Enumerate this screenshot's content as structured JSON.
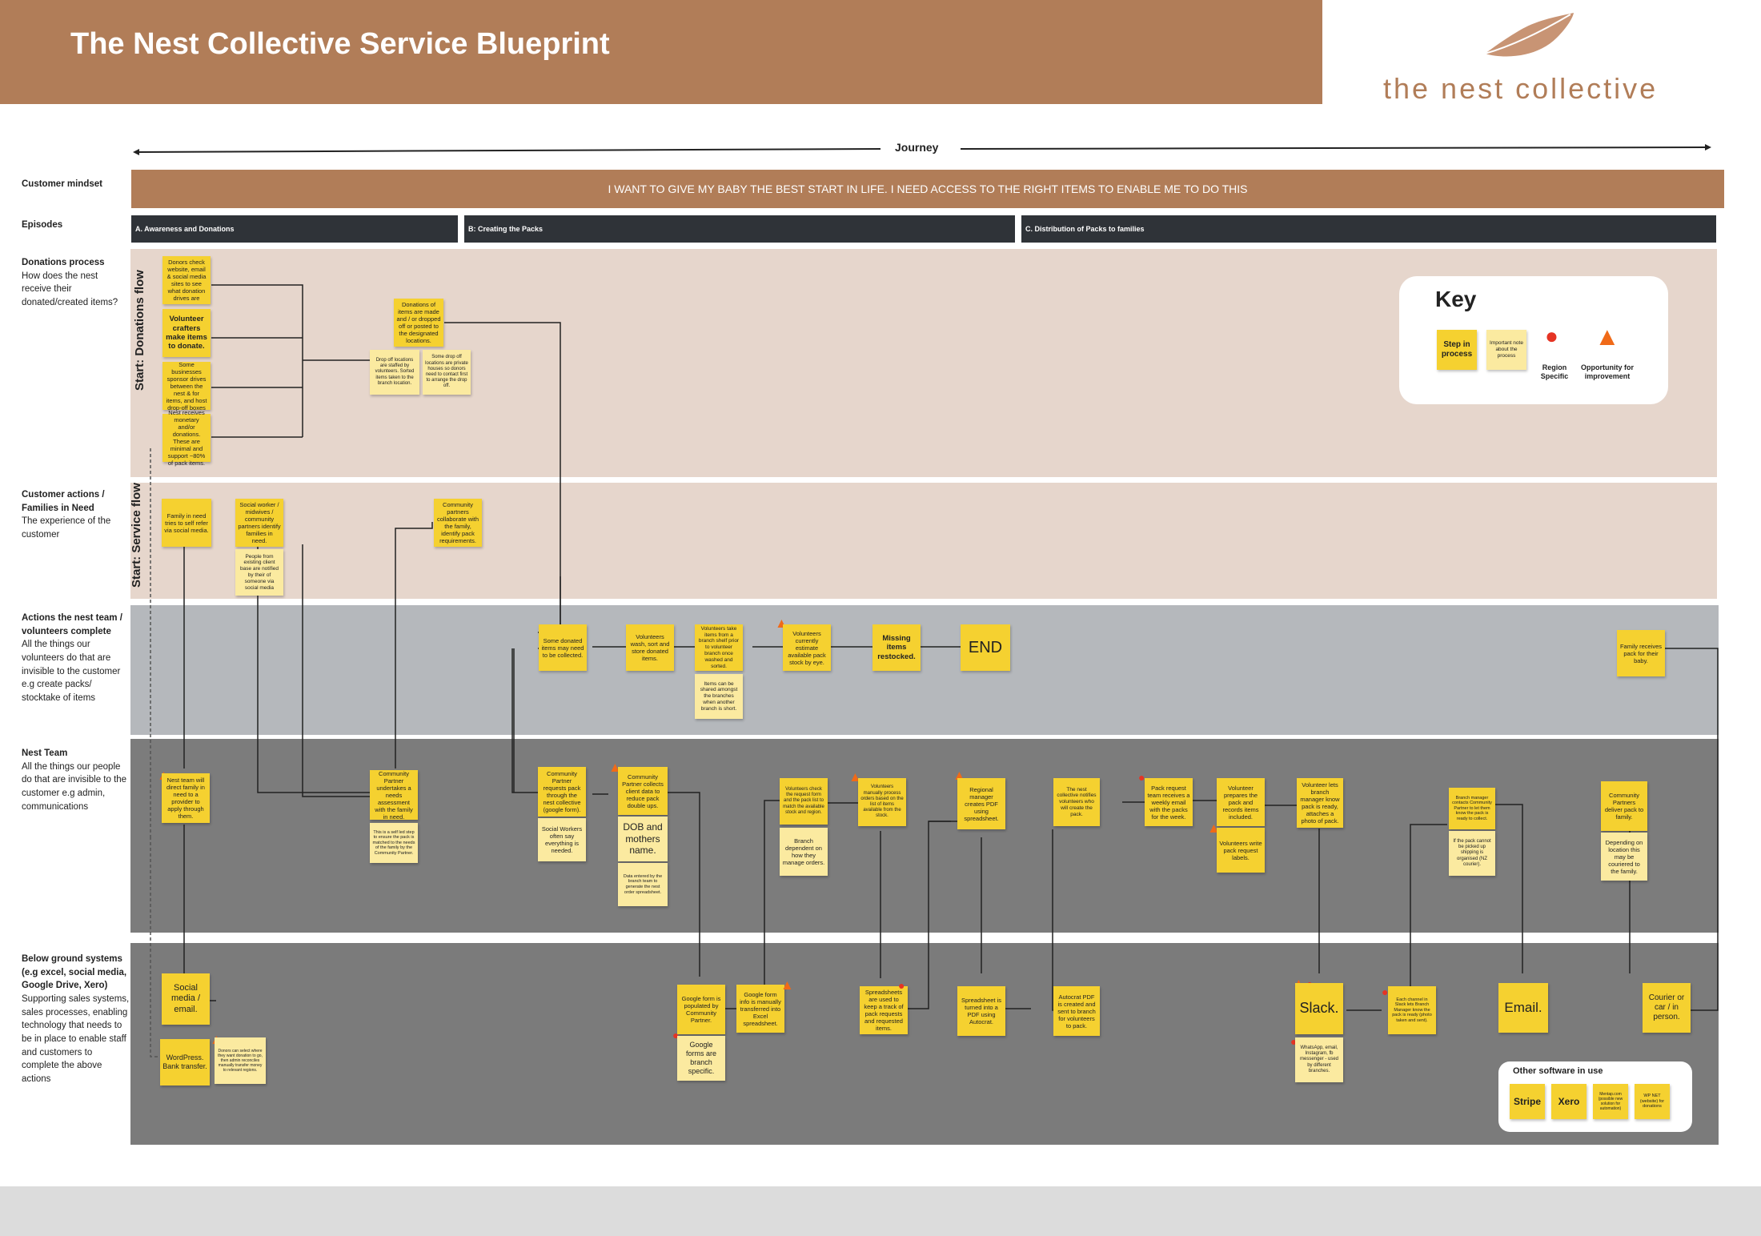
{
  "header": {
    "title": "The Nest Collective Service Blueprint",
    "brand": "the nest collective"
  },
  "journey_label": "Journey",
  "row_labels": {
    "mindset": "Customer  mindset",
    "episodes": "Episodes",
    "donations_title": "Donations process",
    "donations_sub": "How does the nest receive their donated/created items?",
    "customer_title": "Customer actions / Families in Need",
    "customer_sub": "The experience of the customer",
    "volunteers_title": "Actions the nest team / volunteers complete",
    "volunteers_sub": "All the things our volunteers do that are invisible to the customer e.g create packs/ stocktake of items",
    "nestteam_title": "Nest Team",
    "nestteam_sub": "All the things our people do that are invisible to the customer e.g admin, communications",
    "systems_title": "Below ground systems (e.g excel, social media, Google Drive, Xero)",
    "systems_sub": "Supporting sales systems, sales processes, enabling technology that needs to be in place to enable staff and customers to complete the above actions"
  },
  "mindset_text": "I WANT TO GIVE MY BABY THE BEST START IN LIFE. I NEED ACCESS TO THE RIGHT ITEMS TO ENABLE ME TO DO THIS",
  "episodes": [
    "A. Awareness and Donations",
    "B: Creating the Packs",
    "C. Distribution of Packs to families"
  ],
  "lane_labels": {
    "donations_flow": "Start: Donations flow",
    "service_flow": "Start: Service flow"
  },
  "key": {
    "title": "Key",
    "step": "Step in process",
    "note": "Important note about the process",
    "region": "Region Specific",
    "opportunity": "Opportunity for improvement"
  },
  "other_software": {
    "title": "Other software in use",
    "items": [
      "Stripe",
      "Xero",
      "Mentap.com (possible new solution for automation)",
      "WP NET (website) for donations"
    ]
  },
  "notes": {
    "d1": "Donors check website, email & social media sites to see what donation drives are",
    "d2": "Volunteer crafters make items to donate.",
    "d3": "Some businesses sponsor drives between the nest & for items, and host drop-off boxes",
    "d4": "Nest receives monetary and/or donations. These are minimal and support ~80% of pack items.",
    "d5": "Donations of items are made and / or dropped off or posted to the designated locations.",
    "d6": "Drop off locations are staffed by volunteers. Sorted items taken to the branch location.",
    "d7": "Some drop off locations are private houses so donors need to contact first to arrange the drop off.",
    "c1": "Family in need tries to self refer via social media.",
    "c2": "Social worker / midwives / community partners identify families in need.",
    "c3": "People from existing client base are notified by their of someone via social media",
    "c4": "Community partners collaborate with the family, identify pack requirements.",
    "v1": "Some donated items may need to be collected.",
    "v2": "Volunteers wash, sort and store donated items.",
    "v3": "Volunteers take items from a branch shelf prior to volunteer branch once washed and sorted.",
    "v4": "Items can be shared amongst the branches when another branch is short.",
    "v5": "Volunteers currently estimate available pack stock by eye.",
    "v6": "Missing items restocked.",
    "v_end": "END",
    "v7": "Family receives pack for their baby.",
    "n1": "Nest team will direct family in need to a provider to apply through them.",
    "n2": "Community Partner undertakes a needs assessment with the family in need.",
    "n2b": "This is a self led step to ensure the pack is matched to the needs of the family by the Community Partner.",
    "n3": "Community Partner requests pack through the nest collective (google form).",
    "n3b": "Social Workers often say everything is needed.",
    "n4": "Community Partner collects client data to reduce pack double ups.",
    "n4b": "DOB and mothers name.",
    "n4c": "Data entered by the branch team to generate the nest order spreadsheet.",
    "n5": "Volunteers check the request form and the pack list to match the available stock and region.",
    "n5b": "Branch dependent on how they manage orders.",
    "n6": "Volunteers manually process orders based on the list of items available from the stock.",
    "n7": "Regional manager creates PDF using spreadsheet.",
    "n8": "The nest collective notifies volunteers who will create the pack.",
    "n9": "Pack request team receives a weekly email with the packs for the week.",
    "n10": "Volunteer prepares the pack and records items included.",
    "n10b": "Volunteers write pack request labels.",
    "n11": "Volunteer lets branch manager know pack is ready, attaches a photo of pack.",
    "n12": "Branch manager contacts Community Partner to let them know the pack is ready to collect.",
    "n12b": "If the pack cannot be picked up shipping is organised (NZ courier).",
    "n13": "Community Partners deliver pack to family.",
    "n13b": "Depending on location this may be couriered to the family.",
    "s1": "Social media / email.",
    "s2": "WordPress. Bank transfer.",
    "s2b": "Donors can select where they want donation to go, then admin reconciles manually transfer money to relevant regions.",
    "s3": "Google form is populated by Community Partner.",
    "s3b": "Google forms are branch specific.",
    "s4": "Google form info is manually transferred into Excel spreadsheet.",
    "s5": "Spreadsheets are used to keep a track of pack requests and requested items.",
    "s6": "Spreadsheet is turned into a PDF using Autocrat.",
    "s7": "Autocrat PDF is created and sent to branch for volunteers to pack.",
    "s8": "Slack.",
    "s8b": "WhatsApp, email, Instagram, fb messenger - used by different branches.",
    "s9": "Each channel in Slack lets Branch Manager know the pack is ready (photo taken and sent).",
    "s10": "Email.",
    "s11": "Courier or car / in person."
  },
  "colors": {
    "header_brown": "#b17d58",
    "lane_pink": "#e6d6cc",
    "lane_light_grey": "#b5b8bc",
    "lane_grey": "#7c7c7c",
    "note_yellow": "#f5d130",
    "episode_dark": "#2f3338"
  },
  "icons": [
    "feather-icon",
    "map-pin-icon",
    "flame-icon"
  ]
}
